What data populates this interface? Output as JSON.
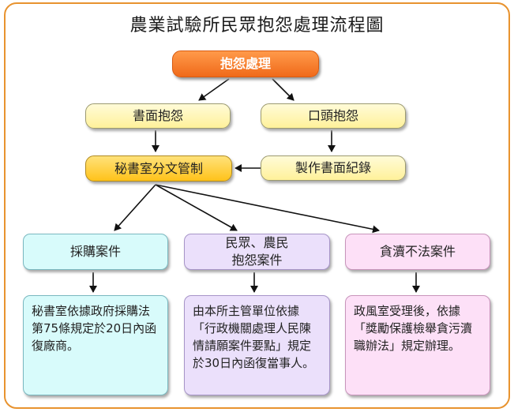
{
  "title": "農業試驗所民眾抱怨處理流程圖",
  "nodes": {
    "complaint": "抱怨處理",
    "written": "書面抱怨",
    "oral": "口頭抱怨",
    "secretary": "秘書室分文管制",
    "record": "製作書面紀錄",
    "procurement": "採購案件",
    "people_line1": "民眾、農民",
    "people_line2": "抱怨案件",
    "corruption": "貪瀆不法案件"
  },
  "details": {
    "procurement": "秘書室依據政府採購法第75條規定於20日內函復廠商。",
    "people": "由本所主管單位依據「行政機關處理人民陳情請願案件要點」規定於30日內函復當事人。",
    "corruption": "政風室受理後，依據「獎勵保護檢舉貪污瀆職辦法」規定辦理。"
  },
  "colors": {
    "frame": "#e8932f",
    "start": "#f06a1a",
    "yellow": "#fff19a",
    "gold": "#ffc21a",
    "cyan": "#d8fbfb",
    "violet": "#ebe0fb",
    "pink": "#fde0f7"
  }
}
